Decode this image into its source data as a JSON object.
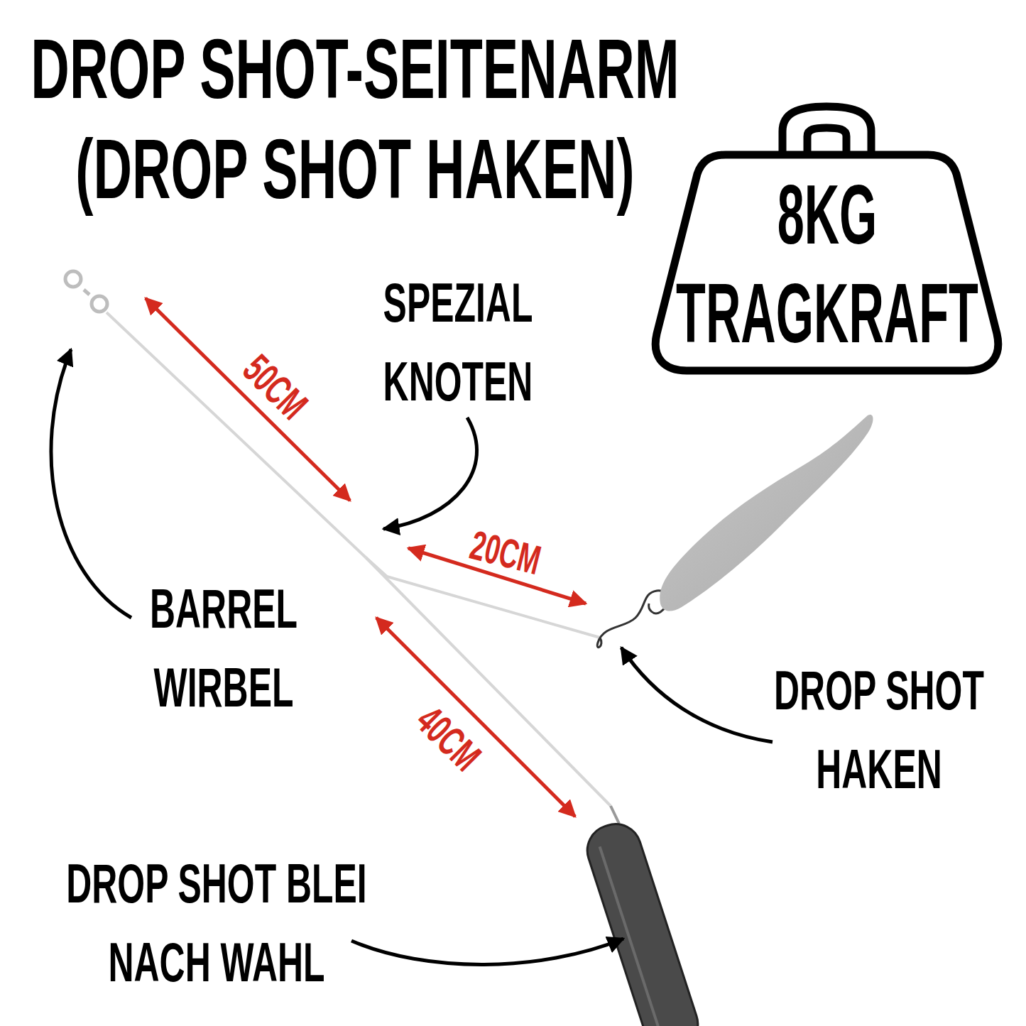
{
  "diagram": {
    "title": "DROP SHOT-SEITENARM (DROP SHOT HAKEN)",
    "nodes": [
      {
        "text": [
          "8KG TRAGKRAFT"
        ]
      }
    ],
    "labels": [
      "50CM",
      "SPEZIAL KNOTEN",
      "20CM",
      "BARREL WIRBEL",
      "DROP SHOT HAKEN",
      "40CM",
      "DROP SHOT BLEI NACH WAHL"
    ]
  }
}
